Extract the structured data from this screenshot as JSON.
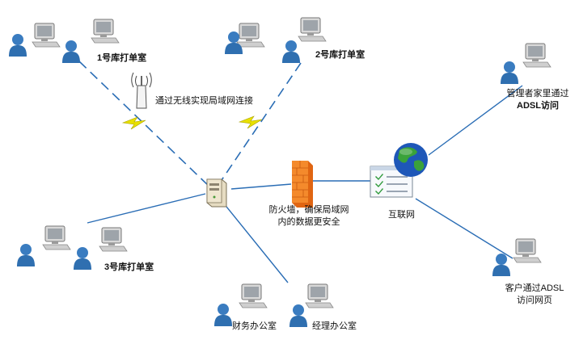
{
  "labels": {
    "room1": "1号库打单室",
    "room2": "2号库打单室",
    "room3": "3号库打单室",
    "wireless": "通过无线实现局域网连接",
    "finance": "财务办公室",
    "manager_office": "经理办公室",
    "firewall_line1": "防火墙，确保局域网",
    "firewall_line2": "内的数据更安全",
    "internet": "互联网",
    "admin_line1": "管理者家里通过",
    "admin_line2": "ADSL访问",
    "customer_line1": "客户通过ADSL",
    "customer_line2": "访问网页"
  },
  "colors": {
    "link": "#2a6db5",
    "user": "#2f6fb0",
    "lightning": "#e8e000",
    "firewall": "#f07a1a",
    "globe_land": "#3aa23a",
    "globe_sea": "#1e57b8"
  },
  "icons": [
    "computer-icon",
    "user-icon",
    "server-icon",
    "firewall-icon",
    "globe-icon",
    "browser-window-icon",
    "wireless-ap-icon",
    "lightning-icon"
  ]
}
